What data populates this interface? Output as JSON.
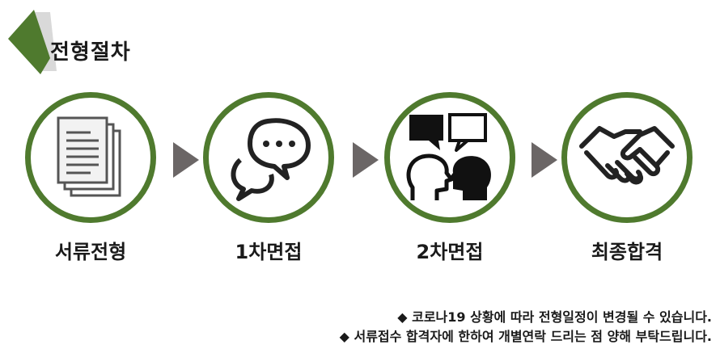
{
  "section": {
    "title": "전형절차"
  },
  "steps": [
    {
      "label": "서류전형",
      "icon": "documents-icon"
    },
    {
      "label": "1차면접",
      "icon": "chat-bubbles-icon"
    },
    {
      "label": "2차면접",
      "icon": "interview-heads-icon"
    },
    {
      "label": "최종합격",
      "icon": "handshake-icon"
    }
  ],
  "notes": [
    "◆ 코로나19 상황에 따라 전형일정이 변경될 수 있습니다.",
    "◆ 서류접수 합격자에 한하여 개별연락 드리는 점 양해 부탁드립니다."
  ],
  "colors": {
    "accent": "#4f7a2e",
    "arrow": "#6b6666",
    "corner_light": "#d9d9d9"
  }
}
